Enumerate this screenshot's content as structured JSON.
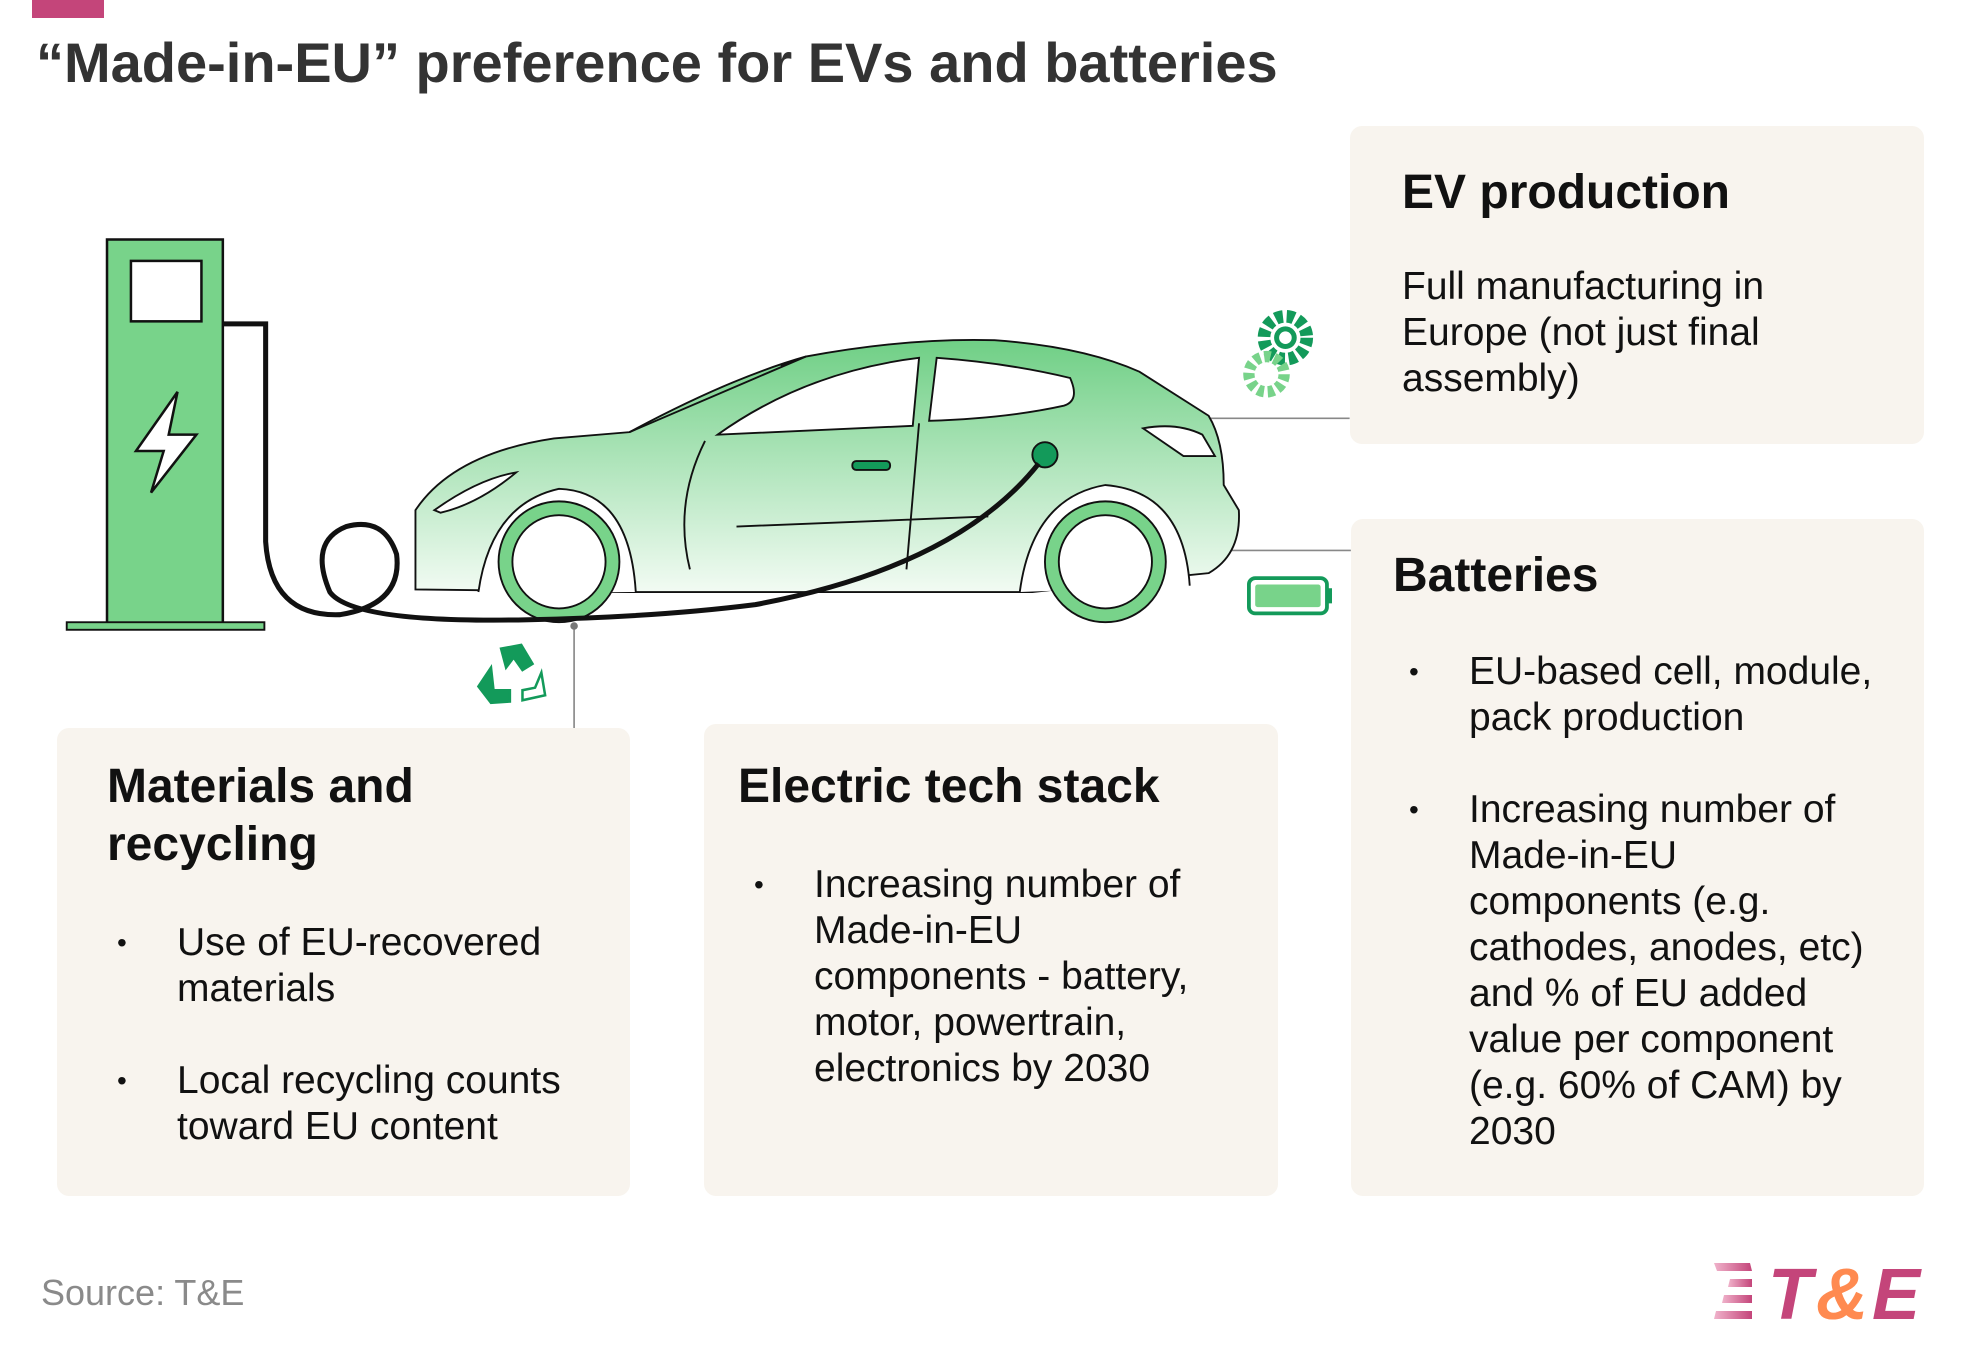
{
  "title": "“Made-in-EU” preference for EVs and batteries",
  "colors": {
    "accent": "#c4457a",
    "green": "#78d38a",
    "dark_green": "#139a5a",
    "box_bg": "#f8f4ee",
    "logo_orange": "#ff8a50"
  },
  "icons": [
    "charging-station-icon",
    "lightning-icon",
    "car-illustration",
    "gears-icon",
    "battery-icon",
    "recycle-icon"
  ],
  "boxes": {
    "ev_production": {
      "heading": "EV production",
      "body": "Full manufacturing in Europe (not just final assembly)"
    },
    "batteries": {
      "heading": "Batteries",
      "bullets": [
        "EU-based cell, module, pack production",
        "Increasing number of Made-in-EU components (e.g. cathodes, anodes, etc) and % of EU added value per component (e.g. 60% of CAM) by 2030"
      ]
    },
    "materials": {
      "heading": "Materials and recycling",
      "bullets": [
        "Use of EU-recovered materials",
        "Local recycling counts toward EU content"
      ]
    },
    "tech_stack": {
      "heading": "Electric tech stack",
      "bullets": [
        "Increasing number of Made-in-EU components - battery, motor, powertrain, electronics by 2030"
      ]
    }
  },
  "source": "Source: T&E",
  "logo": "T&E"
}
